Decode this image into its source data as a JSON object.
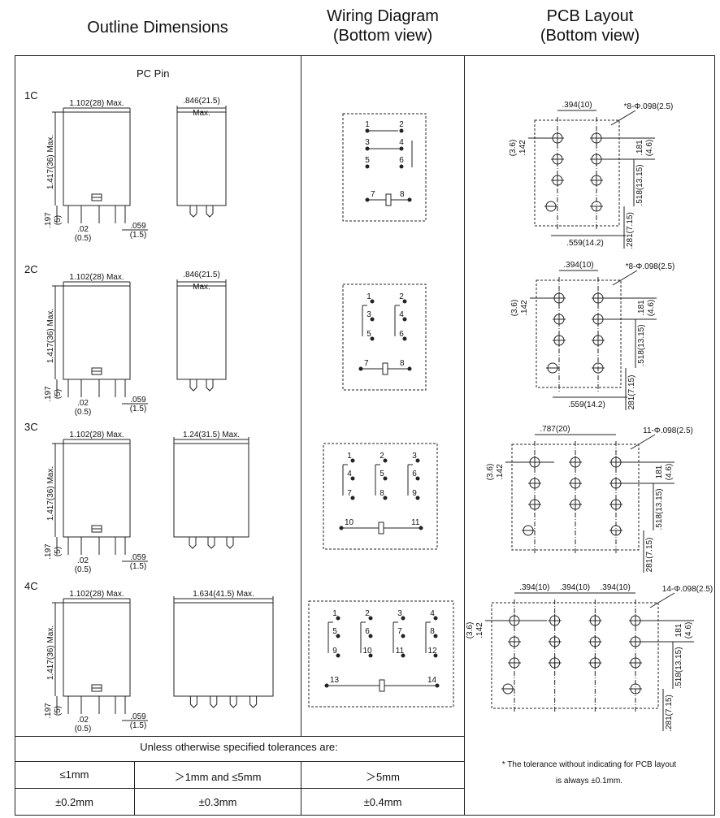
{
  "headers": {
    "outline": "Outline Dimensions",
    "wiring_line1": "Wiring Diagram",
    "wiring_line2": "(Bottom view)",
    "pcb_line1": "PCB Layout",
    "pcb_line2": "(Bottom view)"
  },
  "pc_pin": "PC Pin",
  "rows": [
    {
      "label": "1C",
      "width": "1.102(28) Max.",
      "depth": ".846(21.5)",
      "depth2": "Max.",
      "height": "1.417(36) Max.",
      "pin": ".197",
      "pin2": "(5)",
      "pinw": ".02",
      "pinw2": "(0.5)",
      "pitch": ".059",
      "pitch2": "(1.5)",
      "pcb_top": ".394(10)",
      "pcb_hole": "*8-Φ.098(2.5)",
      "pcb_left": ".142",
      "pcb_left2": "(3.6)",
      "pcb_r1": ".181",
      "pcb_r1b": "(4.6)",
      "pcb_r2": ".518(13.15)",
      "pcb_r3": ".281(7.15)",
      "pcb_bottom": ".559(14.2)",
      "nums": [
        "1",
        "2",
        "3",
        "4",
        "5",
        "6",
        "7",
        "8"
      ]
    },
    {
      "label": "2C",
      "width": "1.102(28) Max.",
      "depth": ".846(21.5)",
      "depth2": "Max.",
      "height": "1.417(36) Max.",
      "pin": ".197",
      "pin2": "(5)",
      "pinw": ".02",
      "pinw2": "(0.5)",
      "pitch": ".059",
      "pitch2": "(1.5)",
      "pcb_top": ".394(10)",
      "pcb_hole": "*8-Φ.098(2.5)",
      "pcb_left": ".142",
      "pcb_left2": "(3.6)",
      "pcb_r1": ".181",
      "pcb_r1b": "(4.6)",
      "pcb_r2": ".518(13.15)",
      "pcb_r3": "281(7.15)",
      "pcb_bottom": ".559(14.2)",
      "nums": [
        "1",
        "2",
        "3",
        "4",
        "5",
        "6",
        "7",
        "8"
      ]
    },
    {
      "label": "3C",
      "width": "1.102(28) Max.",
      "depth": "1.24(31.5) Max.",
      "height": "1.417(36) Max.",
      "pin": ".197",
      "pin2": "(5)",
      "pinw": ".02",
      "pinw2": "(0.5)",
      "pitch": ".059",
      "pitch2": "(1.5)",
      "pcb_top": ".787(20)",
      "pcb_hole": "11-Φ.098(2.5)",
      "pcb_left": ".142",
      "pcb_left2": "(3.6)",
      "pcb_r1": "181",
      "pcb_r1b": "(4.6)",
      "pcb_r2": ".518(13.15)",
      "pcb_r3": "281(7.15)",
      "nums": [
        "1",
        "2",
        "3",
        "4",
        "5",
        "6",
        "7",
        "8",
        "9",
        "10",
        "11"
      ]
    },
    {
      "label": "4C",
      "width": "1.102(28) Max.",
      "depth": "1.634(41.5) Max.",
      "height": "1.417(36) Max.",
      "pin": ".197",
      "pin2": "(5)",
      "pinw": ".02",
      "pinw2": "(0.5)",
      "pitch": ".059",
      "pitch2": "(1.5)",
      "pcb_top": ".394(10)",
      "pcb_top2": ".394(10)",
      "pcb_top3": ".394(10)",
      "pcb_hole": "14-Φ.098(2.5)",
      "pcb_left": ".142",
      "pcb_left2": "(3.6)",
      "pcb_r1": "181",
      "pcb_r1b": "(4.6)",
      "pcb_r2": ".518(13.15)",
      "pcb_r3": ".281(7.15)",
      "nums": [
        "1",
        "2",
        "3",
        "4",
        "5",
        "6",
        "7",
        "8",
        "9",
        "10",
        "11",
        "12",
        "13",
        "14"
      ]
    }
  ],
  "tolerance": {
    "title": "Unless otherwise specified tolerances are:",
    "ranges": [
      "≤1mm",
      "＞1mm and ≤5mm",
      "＞5mm"
    ],
    "values": [
      "±0.2mm",
      "±0.3mm",
      "±0.4mm"
    ]
  },
  "note_line1": "* The tolerance without indicating for PCB layout",
  "note_line2": "is always ±0.1mm."
}
